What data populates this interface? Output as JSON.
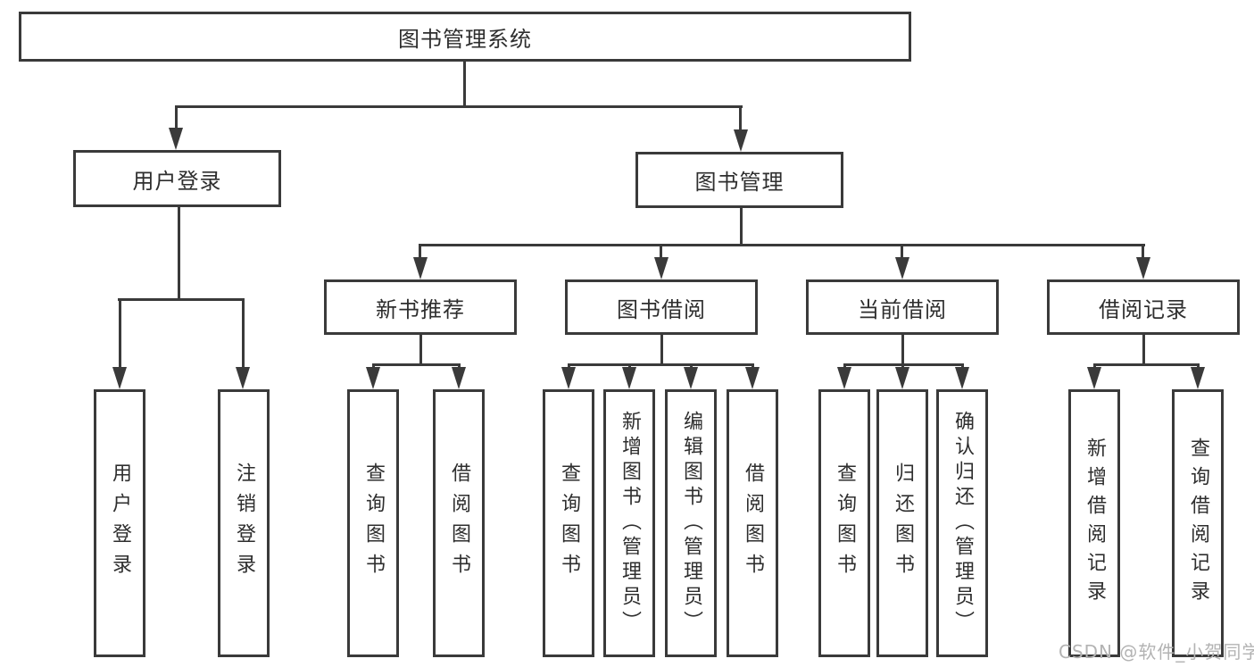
{
  "diagram": {
    "root": {
      "label": "图书管理系统"
    },
    "level2": {
      "user_login": {
        "label": "用户登录"
      },
      "book_mgmt": {
        "label": "图书管理"
      }
    },
    "level3": {
      "new_book_rec": {
        "label": "新书推荐"
      },
      "book_borrow": {
        "label": "图书借阅"
      },
      "current_borrow": {
        "label": "当前借阅"
      },
      "borrow_records": {
        "label": "借阅记录"
      }
    },
    "leaves": {
      "user_login": [
        "用户登录",
        "注销登录"
      ],
      "new_book_rec": [
        "查询图书",
        "借阅图书"
      ],
      "book_borrow": [
        "查询图书",
        "新增图书（管理员）",
        "编辑图书（管理员）",
        "借阅图书"
      ],
      "current_borrow": [
        "查询图书",
        "归还图书",
        "确认归还（管理员）"
      ],
      "borrow_records": [
        "新增借阅记录",
        "查询借阅记录"
      ]
    }
  },
  "watermark": {
    "text": "CSDN @软件_小贺同学"
  },
  "colors": {
    "line": "#3a3a3a",
    "text": "#2e2e2e",
    "watermark": "#b3b3b3",
    "background": "#ffffff"
  }
}
